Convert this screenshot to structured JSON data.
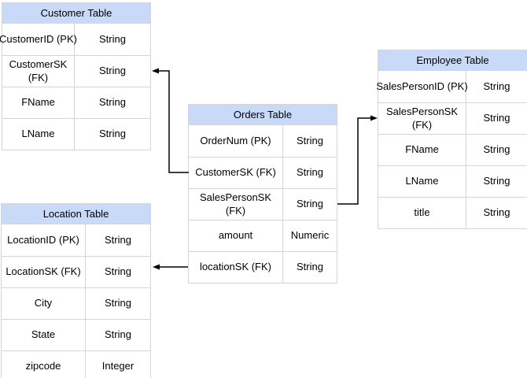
{
  "colors": {
    "table_header_fill": "#c9daf8",
    "table_border": "#d5d5d5",
    "text": "#000000",
    "connector": "#000000",
    "background": "#ffffff"
  },
  "tables": [
    {
      "title": "Customer Table",
      "rows": [
        {
          "field": "CustomerID (PK)",
          "type": "String"
        },
        {
          "field": "CustomerSK\n(FK)",
          "type": "String"
        },
        {
          "field": "FName",
          "type": "String"
        },
        {
          "field": "LName",
          "type": "String"
        }
      ]
    },
    {
      "title": "Orders Table",
      "rows": [
        {
          "field": "OrderNum (PK)",
          "type": "String"
        },
        {
          "field": "CustomerSK (FK)",
          "type": "String"
        },
        {
          "field": "SalesPersonSK\n(FK)",
          "type": "String"
        },
        {
          "field": "amount",
          "type": "Numeric"
        },
        {
          "field": "locationSK (FK)",
          "type": "String"
        }
      ]
    },
    {
      "title": "Employee Table",
      "rows": [
        {
          "field": "SalesPersonID (PK)",
          "type": "String"
        },
        {
          "field": "SalesPersonSK\n(FK)",
          "type": "String"
        },
        {
          "field": "FName",
          "type": "String"
        },
        {
          "field": "LName",
          "type": "String"
        },
        {
          "field": "title",
          "type": "String"
        }
      ]
    },
    {
      "title": "Location Table",
      "rows": [
        {
          "field": "LocationID (PK)",
          "type": "String"
        },
        {
          "field": "LocationSK (FK)",
          "type": "String"
        },
        {
          "field": "City",
          "type": "String"
        },
        {
          "field": "State",
          "type": "String"
        },
        {
          "field": "zipcode",
          "type": "Integer"
        }
      ]
    }
  ],
  "relationships": [
    {
      "from": "Orders Table: CustomerSK (FK)",
      "to": "Customer Table: CustomerSK (FK)"
    },
    {
      "from": "Orders Table: SalesPersonSK (FK)",
      "to": "Employee Table: SalesPersonSK (FK)"
    },
    {
      "from": "Orders Table: locationSK (FK)",
      "to": "Location Table: LocationSK (FK)"
    }
  ]
}
